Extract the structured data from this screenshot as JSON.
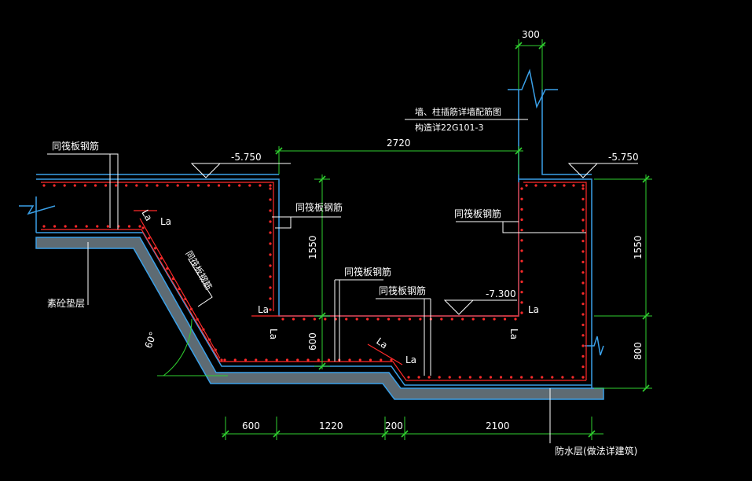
{
  "colors": {
    "background": "#000000",
    "structure_outline": "#3aa0e8",
    "slab_fill": "#5e6b73",
    "rebar": "#ff2a2a",
    "dimension": "#2fd02f",
    "text": "#ffffff",
    "angle_arc": "#2fd02f"
  },
  "elevations": {
    "left_top": "-5.750",
    "right_top": "-5.750",
    "pit_bottom": "-7.300"
  },
  "dimensions": {
    "wall_thickness": "300",
    "pit_width": "2720",
    "right_height_upper": "1550",
    "right_height_lower": "800",
    "left_inner_height": "1550",
    "left_lower_height": "600",
    "bottom_600": "600",
    "bottom_1220": "1220",
    "bottom_200": "200",
    "bottom_2100": "2100"
  },
  "labels": {
    "slab_rebar_top_left": "同筏板钢筋",
    "slab_rebar_left_inner": "同筏板钢筋",
    "slab_rebar_slope": "同筏板钢筋",
    "slab_rebar_mid_1": "同筏板钢筋",
    "slab_rebar_mid_2": "同筏板钢筋",
    "slab_rebar_right": "同筏板钢筋",
    "wall_note_line1": "墙、柱插筋详墙配筋图",
    "wall_note_line2": "构造详22G101-3",
    "concrete_cushion": "素砼垫层",
    "waterproof": "防水层(做法详建筑)",
    "angle": "60°",
    "la": "La"
  }
}
